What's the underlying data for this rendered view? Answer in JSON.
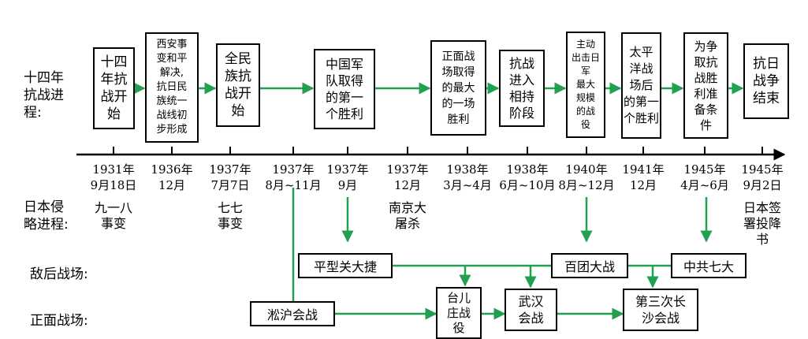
{
  "row_labels": {
    "fourteen_years": "十四年\n抗战进\n程:",
    "invasion": "日本侵\n略进程:",
    "enemy_rear": "敌后战场:",
    "frontal": "正面战场:"
  },
  "stages": [
    "十四\n年抗\n战开\n始",
    "西安事\n变和平\n解决,\n抗日民\n族统一\n战线初\n步形成",
    "全民\n族抗\n战开\n始",
    "中国军\n队取得\n的第一\n个胜利",
    "正面战\n场取得\n的最大\n的一场\n胜利",
    "抗战\n进入\n相持\n阶段",
    "主动\n出击日军\n最大\n规模\n的战\n役",
    "太平\n洋战\n场后\n的第一\n个胜利",
    "为争\n取抗\n战胜\n利准\n备条\n件",
    "抗日\n战争\n结束"
  ],
  "dates": [
    "1931年\n9月18日",
    "1936年\n12月",
    "1937年\n7月7日",
    "1937年\n8月~11月",
    "1937年\n9月",
    "1937年\n12月",
    "1938年\n3月~4月",
    "1938年\n6月~10月",
    "1940年\n8月~12月",
    "1941年\n12月",
    "1945年\n4月~6月",
    "1945年\n9月2日"
  ],
  "invasion_events": {
    "jiuyiba": "九一八\n事变",
    "qiqi": "七七\n事变",
    "nanjing": "南京大\n屠杀",
    "surrender": "日本签\n署投降\n书"
  },
  "enemy_rear_battles": {
    "pingxingguan": "平型关大捷",
    "baituan": "百团大战",
    "qida": "中共七大"
  },
  "frontal_battles": {
    "songhu": "淞沪会战",
    "taierzhuang": "台儿\n庄战\n役",
    "wuhan": "武汉\n会战",
    "changsha": "第三次长\n沙会战"
  },
  "colors": {
    "arrow": "#22a050",
    "line": "#000000",
    "box_border": "#000000"
  }
}
